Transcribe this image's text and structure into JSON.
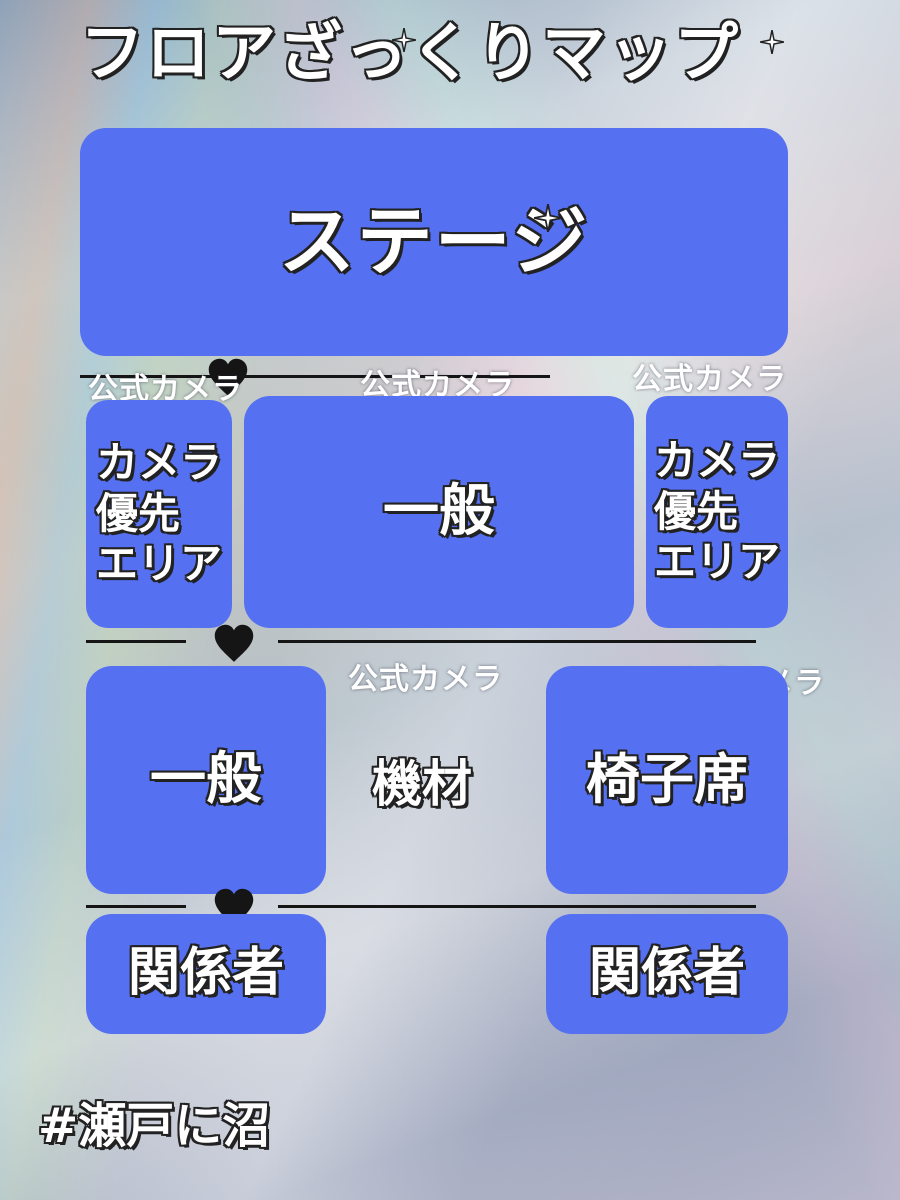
{
  "title": "フロアざっくりマップ",
  "stage": {
    "label": "ステージ"
  },
  "camera_labels": {
    "row1_left": "公式カメラ",
    "row1_center": "公式カメラ",
    "row1_right": "公式カメラ",
    "row2_center": "公式カメラ",
    "row2_right": "公式カメラ"
  },
  "areas": {
    "camera_priority_left": "カメラ\n優先\nエリア",
    "general_center": "一般",
    "camera_priority_right": "カメラ\n優先\nエリア",
    "general_lower": "一般",
    "equipment": "機材",
    "chair_seats": "椅子席",
    "staff_left": "関係者",
    "staff_right": "関係者"
  },
  "hashtag": "#瀬戸に沼",
  "colors": {
    "box_fill": "#5670f2",
    "line": "#151515",
    "heart": "#151515",
    "text_outline": "#222222"
  },
  "icons": [
    "heart-icon",
    "sparkle-icon"
  ]
}
